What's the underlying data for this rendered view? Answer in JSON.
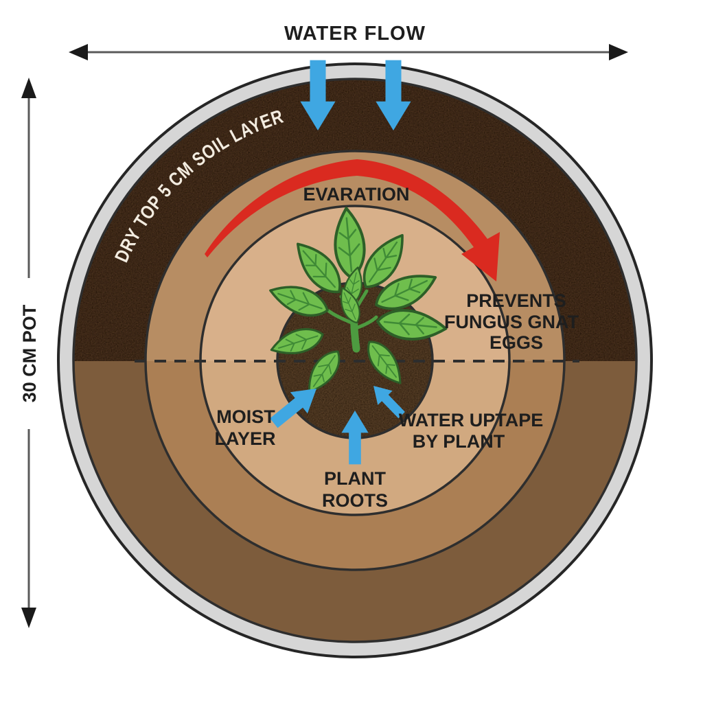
{
  "diagram": {
    "title": "WATER FLOW",
    "pot_dimension_label": "30 CM POT",
    "curved_label": "DRY TOP 5 CM SOIL LAYER",
    "evaporation_label": "EVARATION",
    "prevents_lines": [
      "PREVENTS",
      "FUNGUS GNAT",
      "EGGS"
    ],
    "moist_lines": [
      "MOIST",
      "LAYER"
    ],
    "roots_lines": [
      "PLANT",
      "ROOTS"
    ],
    "uptake_lines": [
      "WATER UPTAPE",
      "BY PLANT"
    ]
  },
  "colors": {
    "pot_rim": "#d6d6d6",
    "soil_dry_top": "#4d3523",
    "soil_outer_bottom": "#7d5c3c",
    "soil_mid_top": "#b78d63",
    "soil_mid_bottom": "#ab7f54",
    "soil_moist_top": "#d8b08a",
    "soil_moist_bottom": "#d1a980",
    "root_zone": "#5c432a",
    "water_blue": "#3fa7e2",
    "evaporation_red": "#da2a20",
    "leaf_green": "#6fbe4d",
    "stem_green": "#4d9b40",
    "text_dark": "#1e1e1e",
    "text_light": "#f3ece0"
  }
}
